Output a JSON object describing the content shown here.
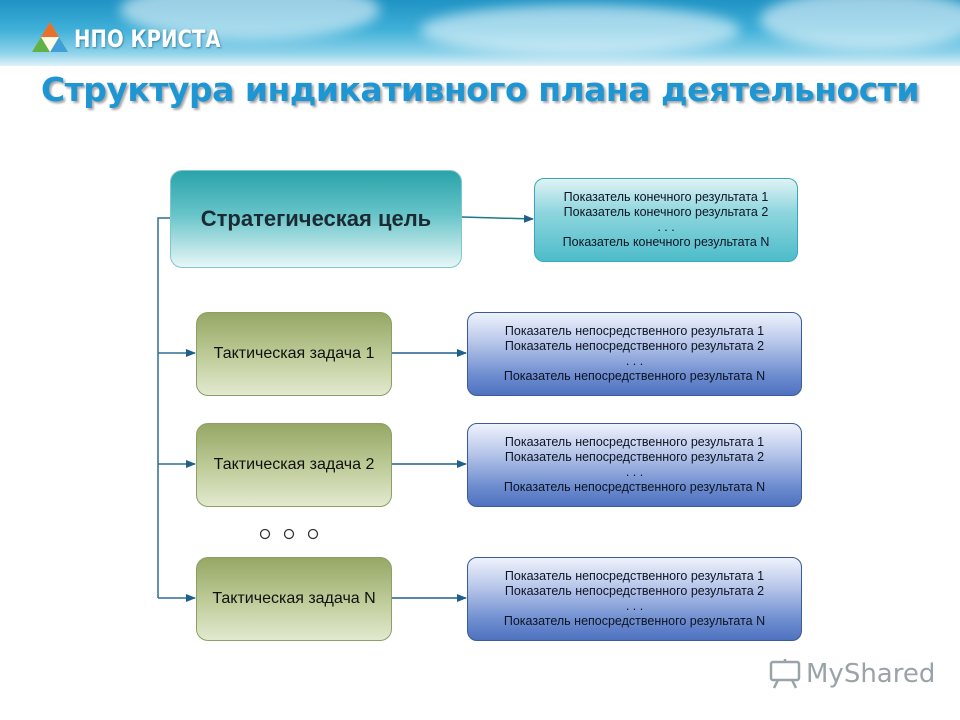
{
  "header": {
    "brand": "НПО КРИСТА",
    "logo_icon": "crista-triangle-logo",
    "bg_color": "#2a9fcf"
  },
  "title": "Структура индикативного плана деятельности",
  "strategic_goal": {
    "label": "Стратегическая цель",
    "indicators": [
      "Показатель конечного результата 1",
      "Показатель конечного результата 2",
      ". . .",
      "Показатель конечного результата N"
    ]
  },
  "tasks": [
    {
      "label": "Тактическая задача 1",
      "indicators": [
        "Показатель непосредственного результата 1",
        "Показатель непосредственного результата 2",
        ". . .",
        "Показатель непосредственного результата N"
      ]
    },
    {
      "label": "Тактическая задача 2",
      "indicators": [
        "Показатель непосредственного результата 1",
        "Показатель непосредственного результата 2",
        ". . .",
        "Показатель непосредственного результата N"
      ]
    },
    {
      "label": "Тактическая задача N",
      "indicators": [
        "Показатель непосредственного результата 1",
        "Показатель непосредственного результата 2",
        ". . .",
        "Показатель непосредственного результата N"
      ]
    }
  ],
  "ellipsis_icon": "ellipsis-circles",
  "watermark": {
    "text": "MyShared",
    "icon": "presentation-board-icon"
  },
  "colors": {
    "title": "#1e96d4",
    "strategic": "#2aa3aa",
    "tactic": "#96a765",
    "indicator_top": "#4dbcca",
    "indicator_blue": "#4f72c0",
    "connector": "#1f5f8b"
  }
}
